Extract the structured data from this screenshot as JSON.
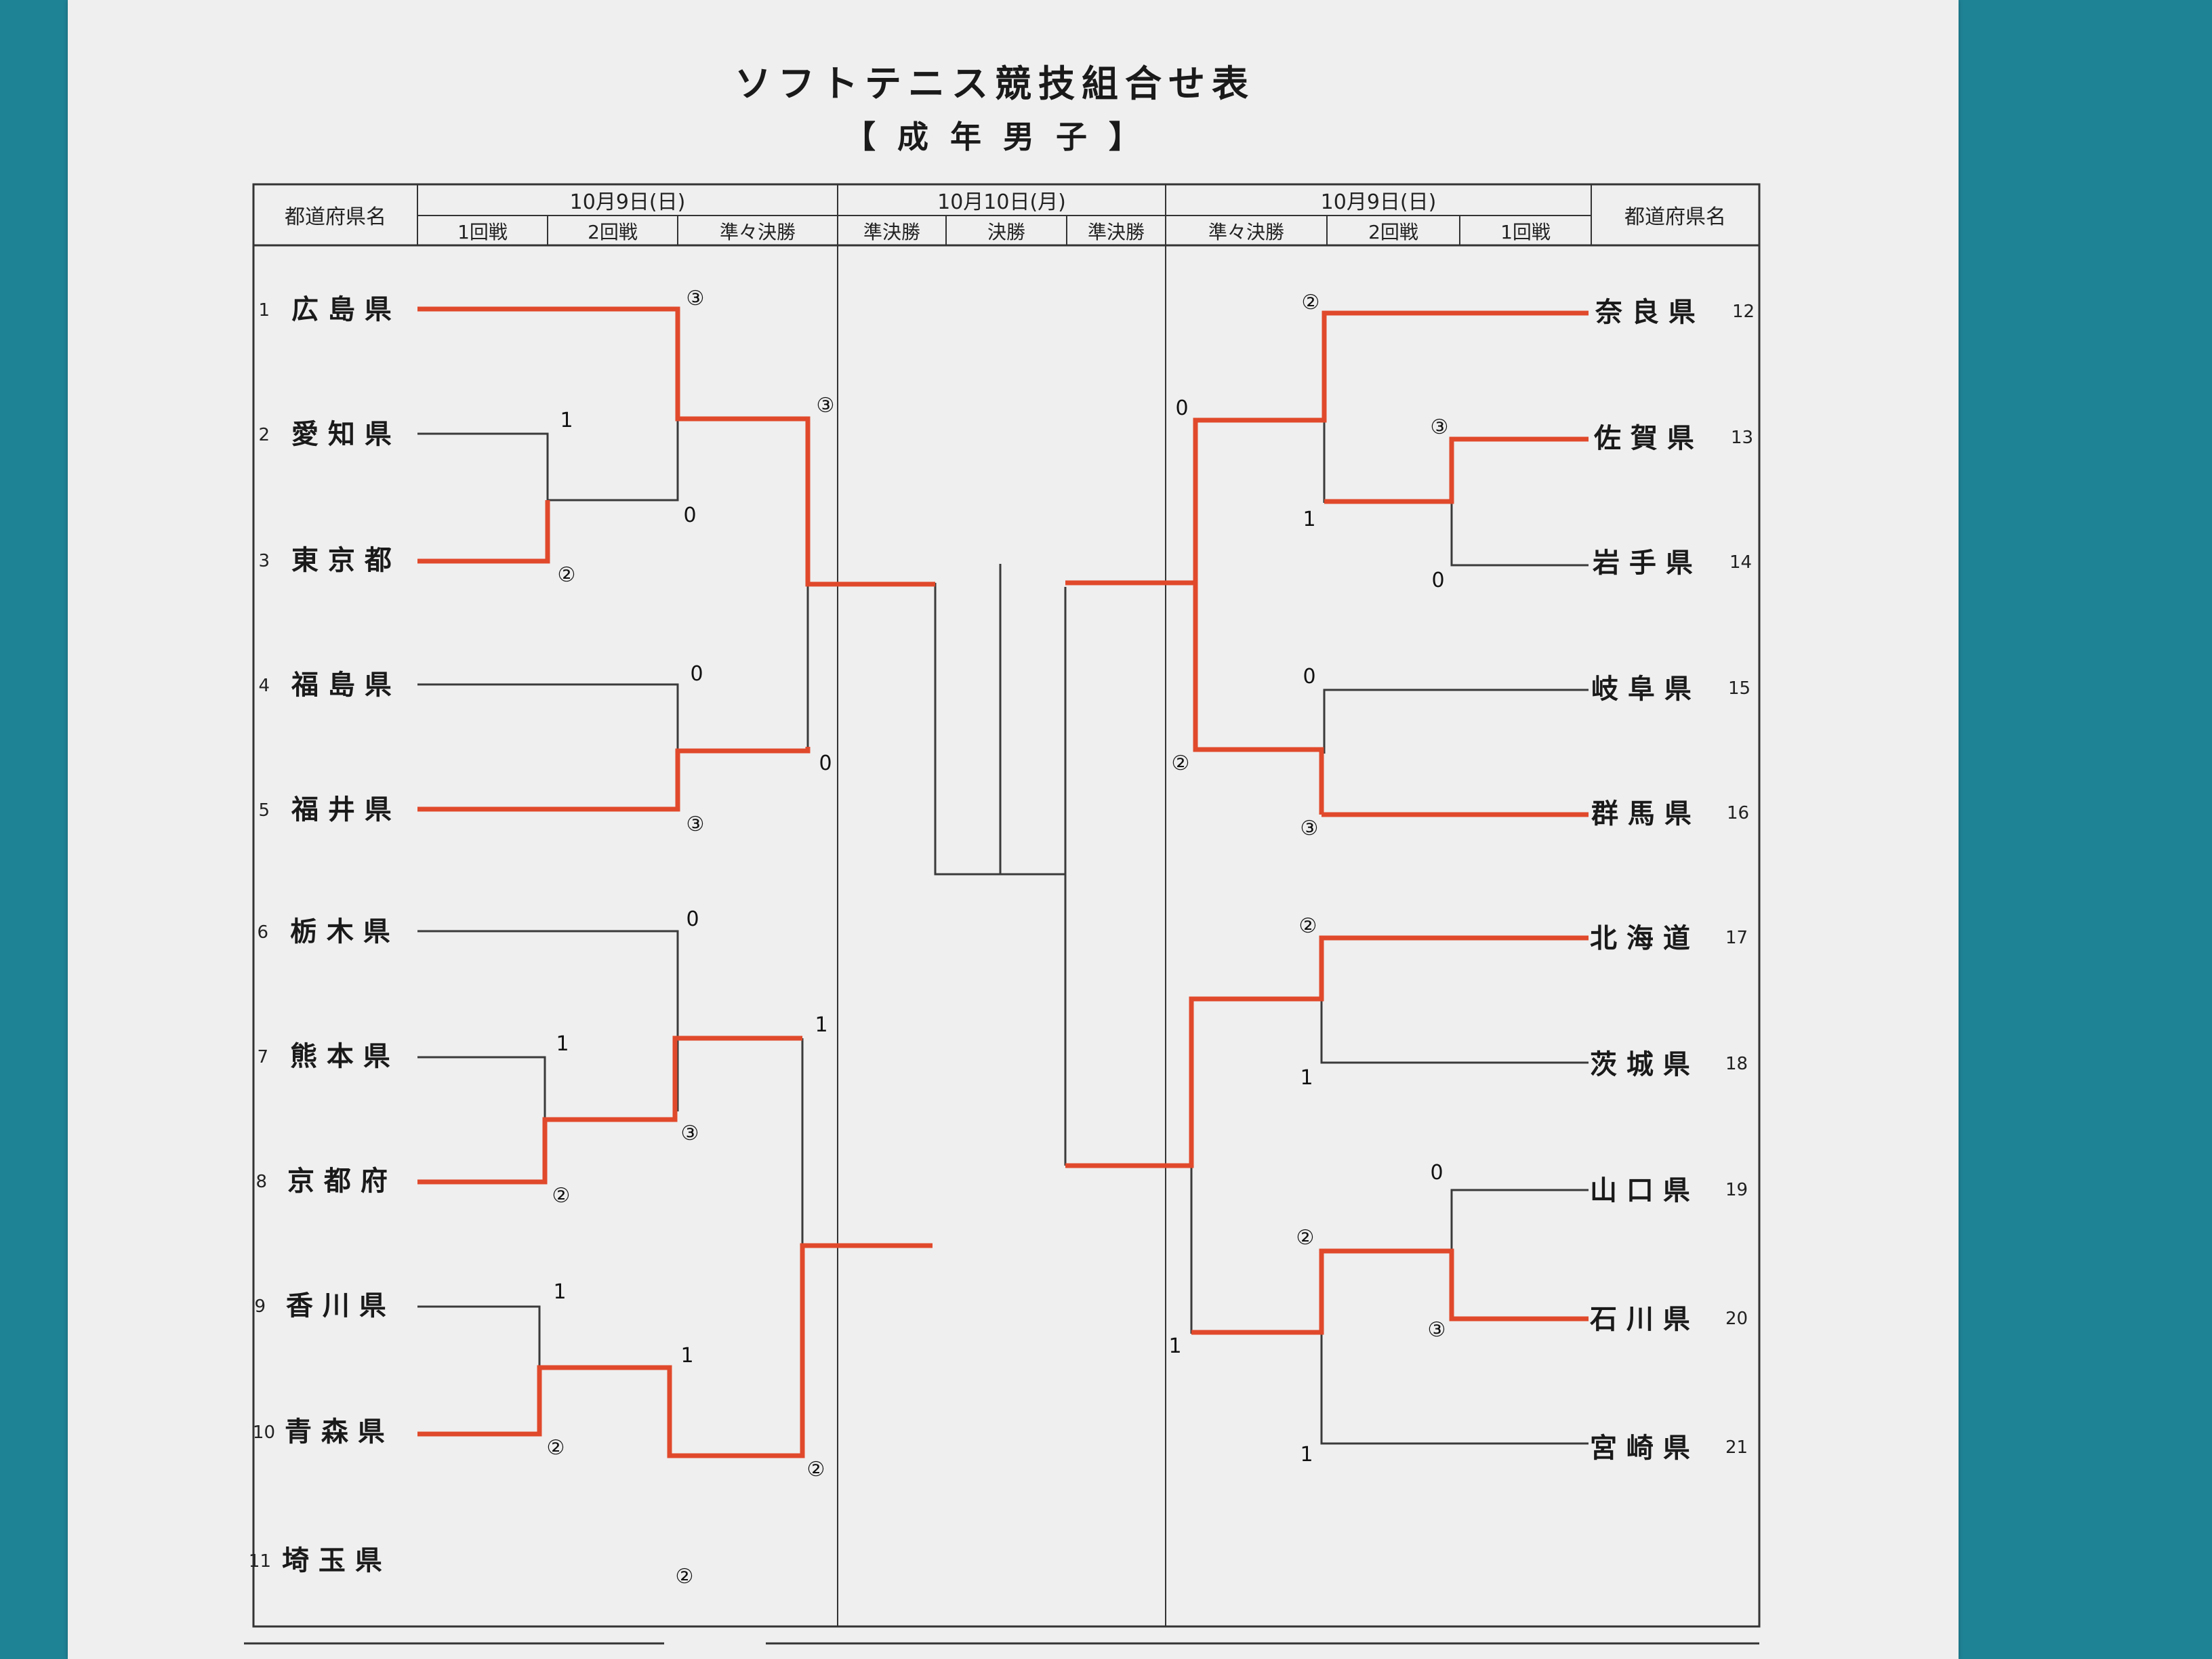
{
  "title": "ソフトテニス競技組合せ表",
  "subtitle": "【 成 年 男 子 】",
  "header": {
    "left_pref_label": "都道府県名",
    "right_pref_label": "都道府県名",
    "date_left": "10月9日(日)",
    "date_center": "10月10日(月)",
    "date_right": "10月9日(日)",
    "rounds_left": [
      "1回戦",
      "2回戦",
      "準々決勝"
    ],
    "rounds_center": [
      "準決勝",
      "決勝",
      "準決勝"
    ],
    "rounds_right": [
      "準々決勝",
      "2回戦",
      "1回戦"
    ]
  },
  "left_teams": [
    {
      "no": "1",
      "name": "広 島 県"
    },
    {
      "no": "2",
      "name": "愛 知 県"
    },
    {
      "no": "3",
      "name": "東 京 都"
    },
    {
      "no": "4",
      "name": "福 島 県"
    },
    {
      "no": "5",
      "name": "福 井 県"
    },
    {
      "no": "6",
      "name": "栃 木 県"
    },
    {
      "no": "7",
      "name": "熊 本 県"
    },
    {
      "no": "8",
      "name": "京 都 府"
    },
    {
      "no": "9",
      "name": "香 川 県"
    },
    {
      "no": "10",
      "name": "青 森 県"
    },
    {
      "no": "11",
      "name": "埼 玉 県"
    }
  ],
  "right_teams": [
    {
      "no": "12",
      "name": "奈 良 県"
    },
    {
      "no": "13",
      "name": "佐 賀 県"
    },
    {
      "no": "14",
      "name": "岩 手 県"
    },
    {
      "no": "15",
      "name": "岐 阜 県"
    },
    {
      "no": "16",
      "name": "群 馬 県"
    },
    {
      "no": "17",
      "name": "北 海 道"
    },
    {
      "no": "18",
      "name": "茨 城 県"
    },
    {
      "no": "19",
      "name": "山 口 県"
    },
    {
      "no": "20",
      "name": "石 川 県"
    },
    {
      "no": "21",
      "name": "宮 崎 県"
    }
  ],
  "scores": [
    "③",
    "1",
    "②",
    "0",
    "0",
    "③",
    "0",
    "0",
    "③",
    "1",
    "1",
    "③",
    "②",
    "1",
    "1",
    "②",
    "②",
    "②",
    "②",
    "0",
    "③",
    "1",
    "0",
    "0",
    "③",
    "②",
    "②",
    "1",
    "0",
    "②",
    "③",
    "1",
    "1"
  ],
  "colors": {
    "winner_line": "#e0492b",
    "loser_line": "#3a3a3a",
    "background": "#1f8396",
    "paper": "#efefef"
  }
}
